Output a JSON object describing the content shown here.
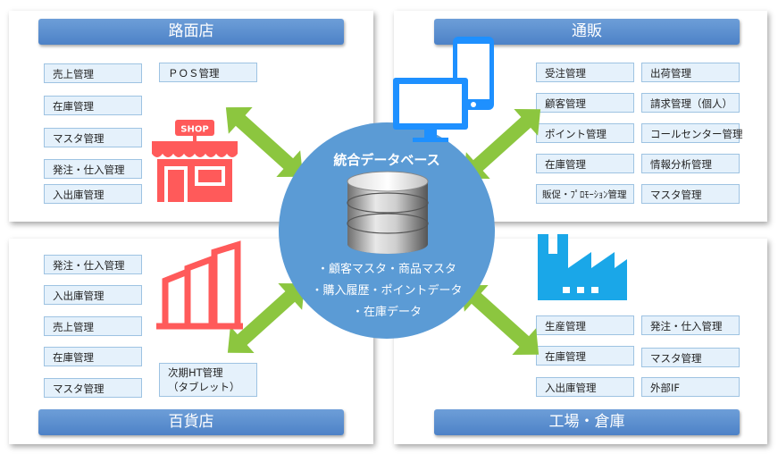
{
  "center": {
    "title": "統合データベース",
    "items": [
      "・顧客マスタ・商品マスタ",
      "・購入履歴・ポイントデータ",
      "・在庫データ"
    ]
  },
  "roadside_store": {
    "title": "路面店",
    "shop_sign": "SHOP",
    "boxes": [
      "売上管理",
      "ＰＯＳ管理",
      "在庫管理",
      "マスタ管理",
      "発注・仕入管理",
      "入出庫管理"
    ]
  },
  "mail_order": {
    "title": "通販",
    "boxes": [
      "受注管理",
      "出荷管理",
      "顧客管理",
      "請求管理（個人）",
      "ポイント管理",
      "コールセンター管理",
      "在庫管理",
      "情報分析管理",
      "販促・ﾌﾟﾛﾓｰｼｮﾝ管理",
      "マスタ管理"
    ]
  },
  "department_store": {
    "title": "百貨店",
    "boxes": [
      "発注・仕入管理",
      "入出庫管理",
      "売上管理",
      "在庫管理",
      "マスタ管理"
    ],
    "box_twoline": {
      "line1": "次期HT管理",
      "line2": "（タブレット）"
    }
  },
  "factory_warehouse": {
    "title": "工場・倉庫",
    "boxes": [
      "生産管理",
      "発注・仕入管理",
      "在庫管理",
      "マスタ管理",
      "入出庫管理",
      "外部IF"
    ]
  },
  "colors": {
    "header_blue": "#5b8fd0",
    "circle_blue": "#5b9bd5",
    "box_fill": "#e5f1fb",
    "box_border": "#9ec3e2",
    "arrow_green": "#8cc63f",
    "shop_red": "#ff5a5a",
    "building_red": "#ff5a5a",
    "device_blue": "#1e90ff",
    "factory_cyan": "#1aa7e8"
  },
  "icons": [
    "shop-icon",
    "smartphone-icon",
    "monitor-icon",
    "database-icon",
    "building-icon",
    "factory-icon"
  ]
}
